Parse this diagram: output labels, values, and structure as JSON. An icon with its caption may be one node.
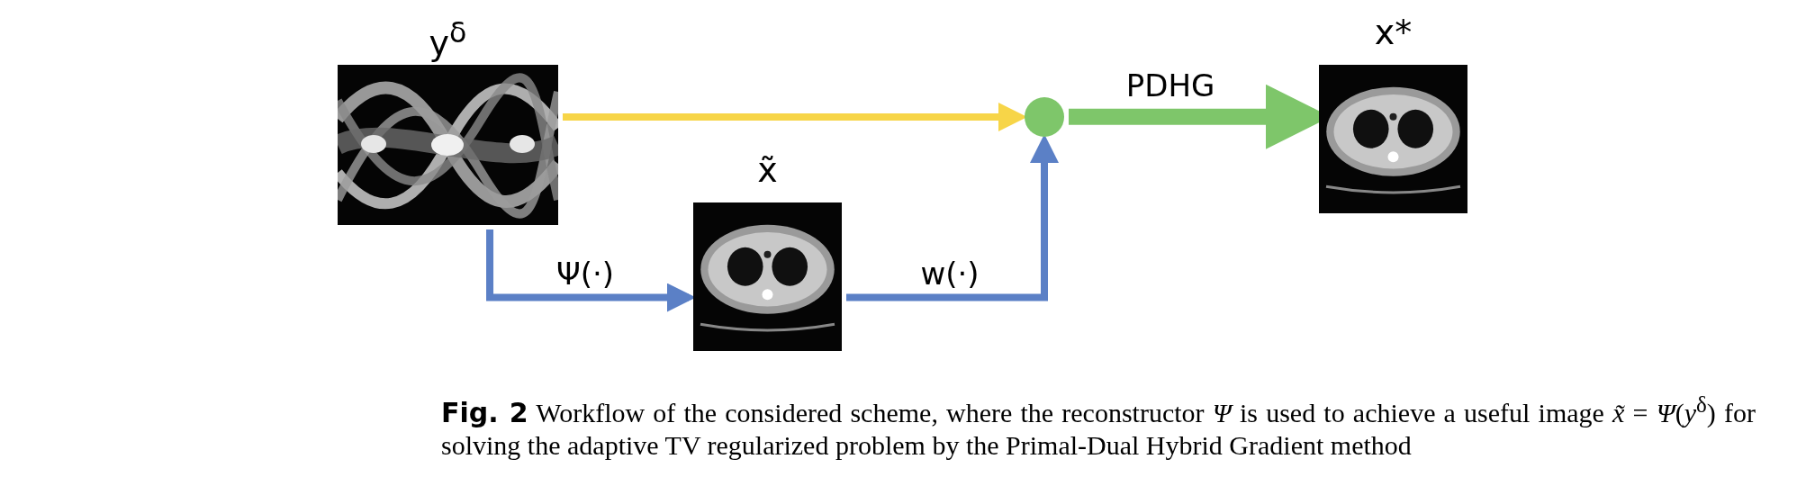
{
  "diagram": {
    "caption": "**Fig. 2** Workflow of the considered scheme, where the reconstructor *Ψ* is used to achieve a useful image *x̃* = *Ψ*(*y*$^{δ}$) for solving the adaptive TV regularized problem by the Primal-Dual Hybrid Gradient method",
    "nodes": [
      {
        "text": [
          "y$^{δ}$"
        ]
      },
      {
        "text": [
          "x̃"
        ]
      },
      {
        "text": [],
        "shape": "circle"
      },
      {
        "text": [
          "x*"
        ]
      }
    ],
    "edges": [
      {
        "from": 0,
        "to": 2,
        "arrow": "to",
        "color": "#f7d548"
      },
      {
        "from": 0,
        "to": 1,
        "arrow": "to",
        "label": "Ψ(·)",
        "color": "#5b80c6"
      },
      {
        "from": 1,
        "to": 2,
        "arrow": "to",
        "label": "w(·)",
        "color": "#5b80c6"
      },
      {
        "from": 2,
        "to": 3,
        "arrow": "to",
        "label": "PDHG",
        "style": "thick",
        "color": "#7ec66a"
      }
    ]
  }
}
